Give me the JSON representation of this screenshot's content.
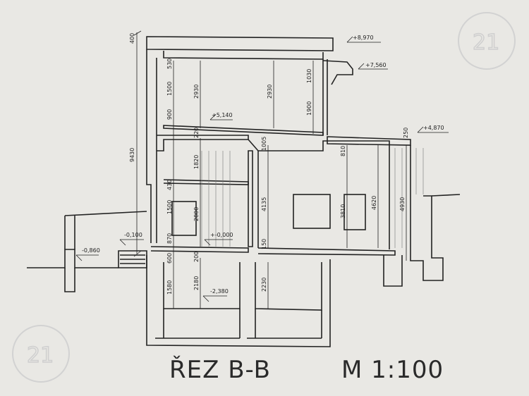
{
  "drawing": {
    "title": "ŘEZ B-B",
    "scale": "M 1:100",
    "watermark": "21"
  },
  "levels": [
    "+8,970",
    "+7,560",
    "+5,140",
    "+4,870",
    "-0,100",
    "-0,860",
    "+-0,000",
    "-2,380"
  ],
  "dimensions": {
    "overall_height": "9430",
    "parapet": "400",
    "d530": "530",
    "d1500_upper": "1500",
    "d2930_a": "2930",
    "d2930_b": "2930",
    "d1030": "1030",
    "d1900": "1900",
    "d900": "900",
    "d220": "220",
    "d1005": "1005",
    "d810": "810",
    "d250": "250",
    "d1820": "1820",
    "d430": "430",
    "d1500_mid": "1500",
    "d2800": "2800",
    "d870": "870",
    "d4135": "4135",
    "d3810": "3810",
    "d4620": "4620",
    "d4930": "4930",
    "d150": "150",
    "d600": "600",
    "d200": "200",
    "d2180": "2180",
    "d1580": "1580",
    "d2230": "2230"
  },
  "colors": {
    "paper": "#e9e8e4",
    "line": "#222222",
    "watermark": "#cfcfcf"
  }
}
